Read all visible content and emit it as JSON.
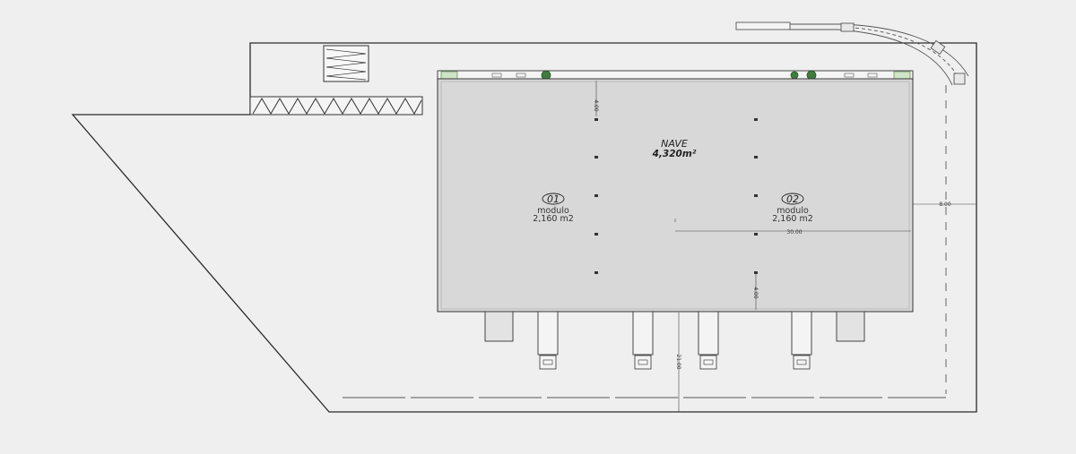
{
  "nave": {
    "title": "NAVE",
    "area": "4,320m²"
  },
  "modules": [
    {
      "number": "01",
      "label": "modulo",
      "area": "2,160  m2"
    },
    {
      "number": "02",
      "label": "modulo",
      "area": "2,160  m2"
    }
  ],
  "dimensions": {
    "top_setback": "4.00",
    "right_setback": "8.00",
    "module_width": "30.00",
    "bottom_inner": "4.00",
    "yard_depth": "21.00"
  },
  "colors": {
    "background": "#efefef",
    "line": "#333333",
    "building_fill": "#d8d8d8",
    "vegetation": "#3f7d3f"
  }
}
